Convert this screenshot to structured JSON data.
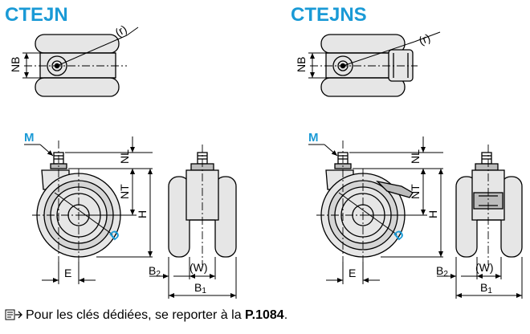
{
  "titles": {
    "left": "CTEJN",
    "right": "CTEJNS"
  },
  "labels": {
    "nb": "NB",
    "r": "(r)",
    "m": "M",
    "nl": "NL",
    "nt": "NT",
    "h": "H",
    "d": "D",
    "e": "E",
    "b2": "B",
    "b2_sub": "2",
    "w": "(W)",
    "b1": "B",
    "b1_sub": "1"
  },
  "footnote": {
    "text": "Pour les clés dédiées, se reporter à la ",
    "page_ref": "P.1084",
    "end": "."
  },
  "colors": {
    "title": "#1a9ad6",
    "part_fill": "#e6e6e6",
    "part_dark": "#bcbcbc",
    "line": "#000000"
  },
  "icons": {
    "footnote_icon": "page-reference-icon"
  }
}
